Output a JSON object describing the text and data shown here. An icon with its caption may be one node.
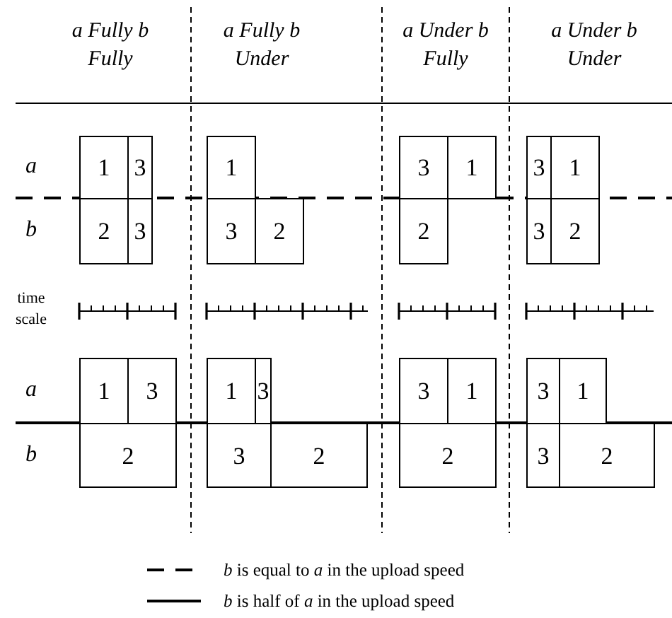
{
  "diagram": {
    "nodes": [
      {
        "text": [
          "1"
        ]
      },
      {
        "text": [
          "3"
        ]
      },
      {
        "text": [
          "1"
        ]
      },
      {
        "text": [
          "3"
        ]
      },
      {
        "text": [
          "1"
        ]
      },
      {
        "text": [
          "3"
        ]
      },
      {
        "text": [
          "1"
        ]
      },
      {
        "text": [
          "2"
        ]
      },
      {
        "text": [
          "3"
        ]
      },
      {
        "text": [
          "3"
        ]
      },
      {
        "text": [
          "2"
        ]
      },
      {
        "text": [
          "2"
        ]
      },
      {
        "text": [
          "3"
        ]
      },
      {
        "text": [
          "2"
        ]
      },
      {
        "text": [
          "1"
        ]
      },
      {
        "text": [
          "3"
        ]
      },
      {
        "text": [
          "1"
        ]
      },
      {
        "text": [
          "3"
        ]
      },
      {
        "text": [
          "3"
        ]
      },
      {
        "text": [
          "1"
        ]
      },
      {
        "text": [
          "3"
        ]
      },
      {
        "text": [
          "1"
        ]
      },
      {
        "text": [
          "2"
        ]
      },
      {
        "text": [
          "3"
        ]
      },
      {
        "text": [
          "2"
        ]
      },
      {
        "text": [
          "2"
        ]
      },
      {
        "text": [
          "3"
        ]
      },
      {
        "text": [
          "2"
        ]
      }
    ],
    "labels": [
      "a Fully b Fully",
      "a Fully b Under",
      "a Under b Fully",
      "a Under b Under",
      "a",
      "b",
      "time scale",
      "a",
      "b"
    ],
    "legend": [
      {
        "text": "*b* is equal to *a* in the upload speed"
      },
      {
        "text": "*b* is half of *a* in the upload speed"
      }
    ]
  }
}
